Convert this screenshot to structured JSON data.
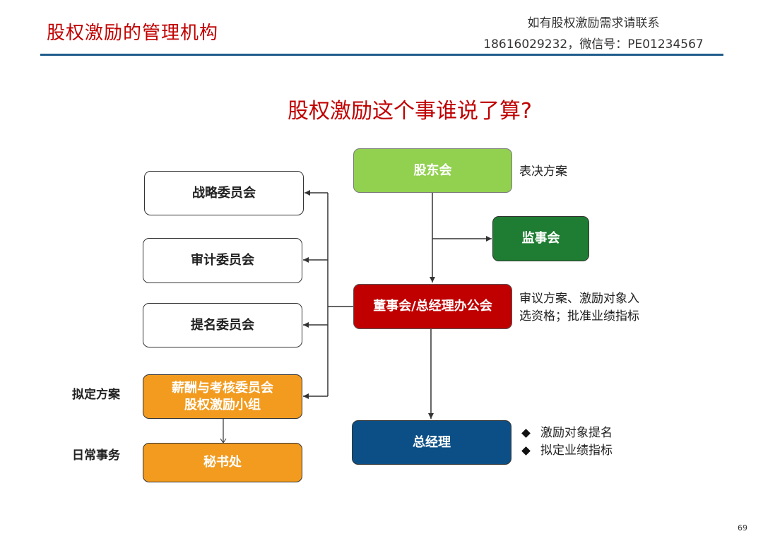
{
  "header": {
    "title": "股权激励的管理机构",
    "contact_line1": "如有股权激励需求请联系",
    "contact_line2": "18616029232，微信号：PE01234567"
  },
  "question": "股权激励这个事谁说了算?",
  "nodes": {
    "shareholders": "股东会",
    "supervisors": "监事会",
    "board": "董事会/总经理办公会",
    "gm": "总经理",
    "strategy": "战略委员会",
    "audit": "审计委员会",
    "nomination": "提名委员会",
    "compensation_line1": "薪酬与考核委员会",
    "compensation_line2": "股权激励小组",
    "secretariat": "秘书处"
  },
  "notes": {
    "shareholders": "表决方案",
    "board_line1": "审议方案、激励对象入",
    "board_line2": "选资格；批准业绩指标",
    "gm_bullets": [
      "激励对象提名",
      "拟定业绩指标"
    ]
  },
  "side_labels": {
    "compensation": "拟定方案",
    "secretariat": "日常事务"
  },
  "page_number": "69",
  "colors": {
    "accent_red": "#c00000",
    "header_rule": "#1f5c8a",
    "light_green": "#92d050",
    "dark_green": "#1e7d32",
    "navy": "#0b4f86",
    "orange": "#f29b1f"
  }
}
